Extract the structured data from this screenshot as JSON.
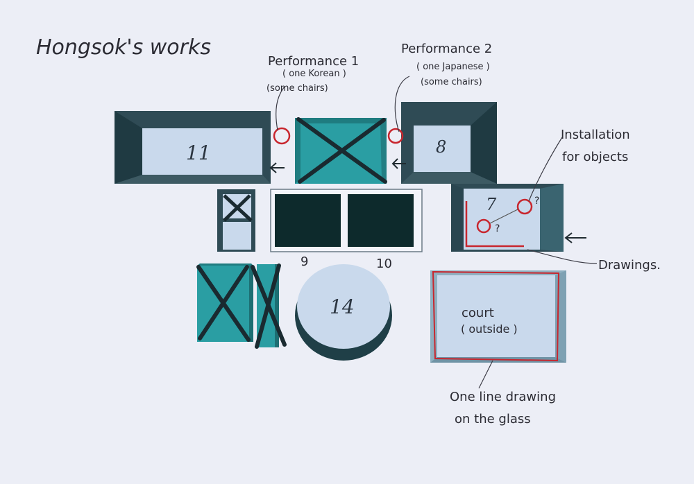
{
  "title": "Hongsok's works",
  "colors": {
    "paper": "#eceef6",
    "dark_wall": "#2f4b55",
    "teal": "#2a9ea3",
    "light_floor": "#c9d9ec",
    "black_room": "#0d2a2c",
    "red_ink": "#c8262e",
    "ink": "#2b2b33"
  },
  "annotations": {
    "performance1": {
      "title": "Performance 1",
      "line1": "( one Korean )",
      "line2": "(some chairs)"
    },
    "performance2": {
      "title": "Performance 2",
      "line1": "( one Japanese )",
      "line2": "(some chairs)"
    },
    "installation": {
      "line1": "Installation",
      "line2": "for objects"
    },
    "drawings": "Drawings.",
    "one_line": {
      "line1": "One line drawing",
      "line2": "on the glass"
    }
  },
  "rooms": {
    "r11": "11",
    "r8": "8",
    "r7": "7",
    "r9": "9",
    "r10": "10",
    "r14": "14",
    "court_line1": "court",
    "court_line2": "( outside )"
  },
  "marks": {
    "question1": "?",
    "question2": "?"
  },
  "arrow_icons": [
    "arrow-left-icon",
    "arrow-left-icon",
    "arrow-left-icon"
  ]
}
